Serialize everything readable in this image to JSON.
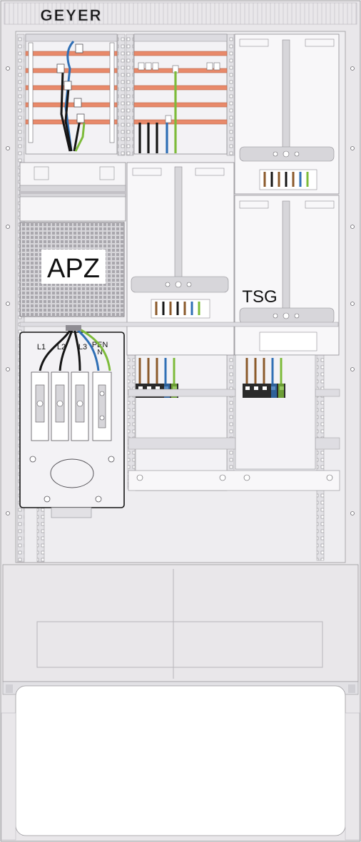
{
  "brand": "GEYER",
  "modules": {
    "apz": {
      "label": "APZ"
    },
    "tsg": {
      "label": "TSG"
    }
  },
  "terminals": {
    "l1": "L1",
    "l2": "L2",
    "l3": "L3",
    "pen": "PEN",
    "n": "N"
  },
  "colors": {
    "enclosure": "#e9e7ea",
    "panel": "#f6f5f7",
    "outline": "#9a989c",
    "busbar": "#e8896a",
    "wire_blue": "#2f6fb5",
    "wire_green_yellow": "#7dbb3a",
    "wire_brown": "#8b5a2b",
    "wire_black": "#151515"
  }
}
